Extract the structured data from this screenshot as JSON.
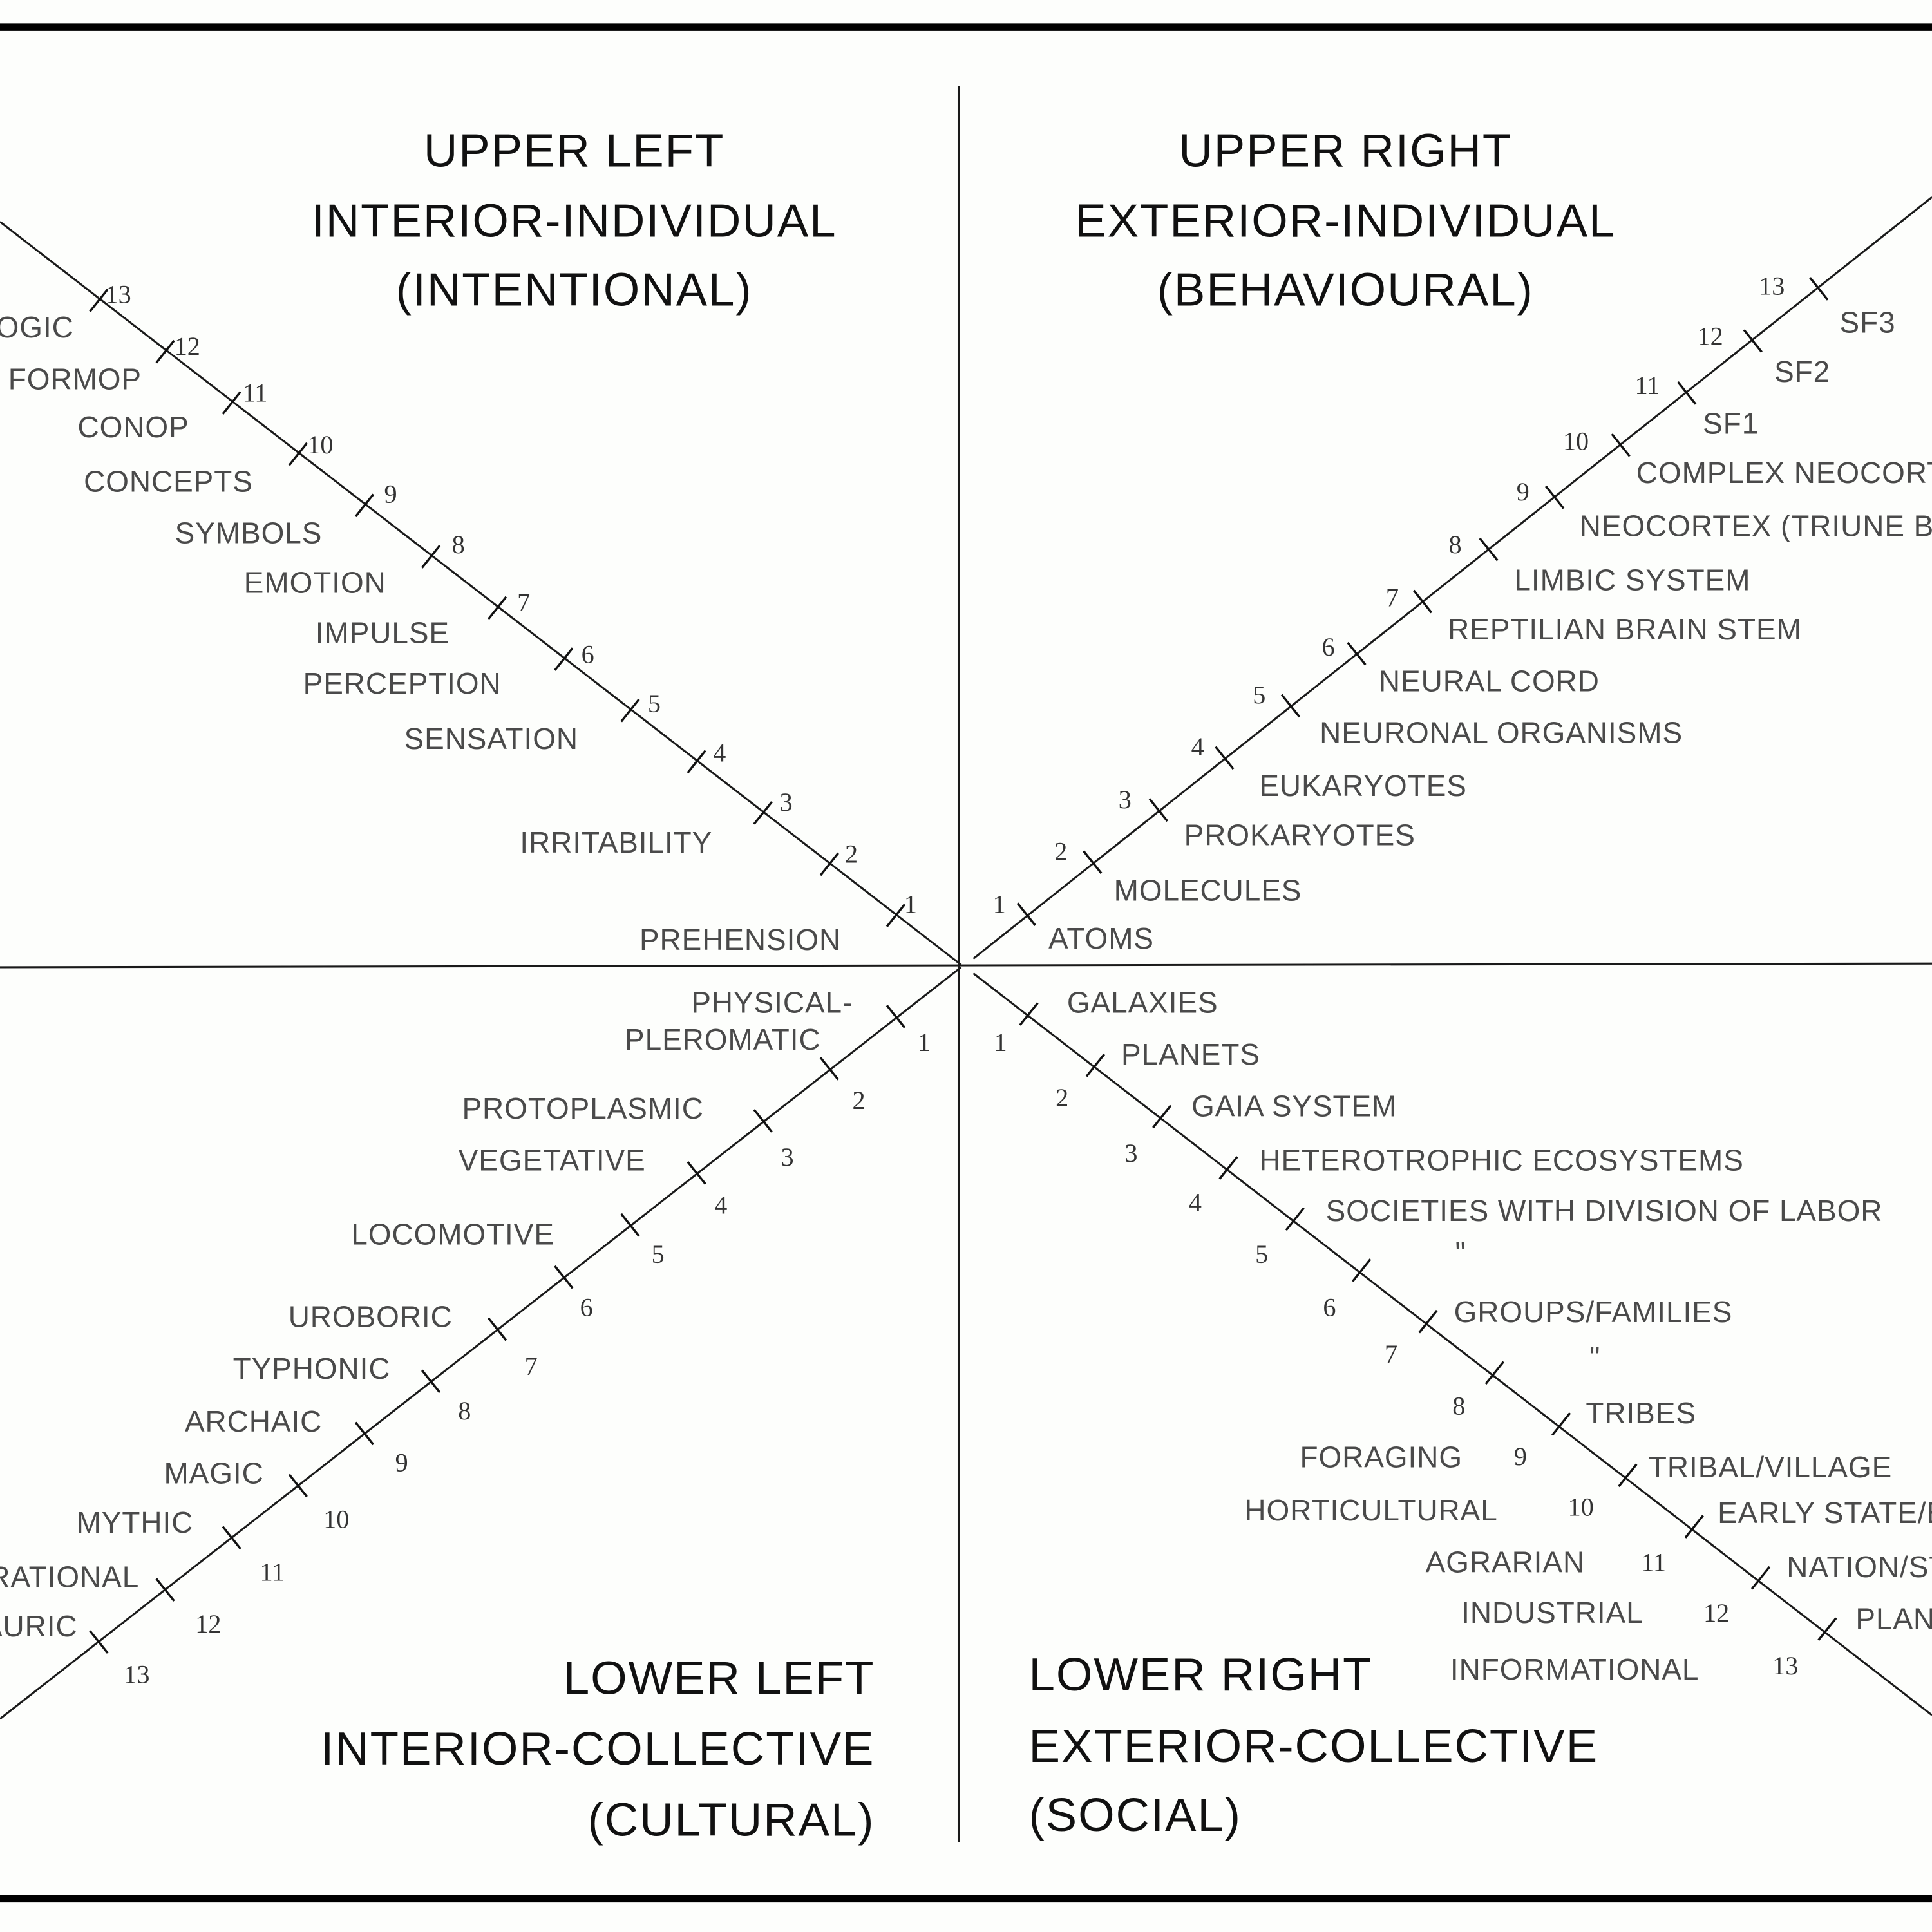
{
  "quadrants": [
    {
      "id": "upper-left",
      "heading": [
        "UPPER LEFT",
        "INTERIOR-INDIVIDUAL",
        "(INTENTIONAL)"
      ],
      "labels": [
        "PREHENSION",
        "IRRITABILITY",
        "SENSATION",
        "PERCEPTION",
        "IMPULSE",
        "EMOTION",
        "SYMBOLS",
        "CONCEPTS",
        "CONOP",
        "FORMOP",
        "LOGIC"
      ],
      "numbers": [
        "1",
        "2",
        "3",
        "4",
        "5",
        "6",
        "7",
        "8",
        "9",
        "10",
        "11",
        "12",
        "13"
      ]
    },
    {
      "id": "upper-right",
      "heading": [
        "UPPER RIGHT",
        "EXTERIOR-INDIVIDUAL",
        "(BEHAVIOURAL)"
      ],
      "labels": [
        "ATOMS",
        "MOLECULES",
        "PROKARYOTES",
        "EUKARYOTES",
        "NEURONAL ORGANISMS",
        "NEURAL CORD",
        "REPTILIAN BRAIN STEM",
        "LIMBIC SYSTEM",
        "NEOCORTEX (TRIUNE BRAIN)",
        "COMPLEX NEOCORTEX",
        "SF1",
        "SF2",
        "SF3"
      ],
      "numbers": [
        "1",
        "2",
        "3",
        "4",
        "5",
        "6",
        "7",
        "8",
        "9",
        "10",
        "11",
        "12",
        "13"
      ]
    },
    {
      "id": "lower-left",
      "heading": [
        "LOWER LEFT",
        "INTERIOR-COLLECTIVE",
        "(CULTURAL)"
      ],
      "labels": [
        "PHYSICAL-",
        "PLEROMATIC",
        "PROTOPLASMIC",
        "VEGETATIVE",
        "LOCOMOTIVE",
        "UROBORIC",
        "TYPHONIC",
        "ARCHAIC",
        "MAGIC",
        "MYTHIC",
        "RATIONAL",
        "CENTAURIC"
      ],
      "numbers": [
        "1",
        "2",
        "3",
        "4",
        "5",
        "6",
        "7",
        "8",
        "9",
        "10",
        "11",
        "12",
        "13"
      ]
    },
    {
      "id": "lower-right",
      "heading": [
        "LOWER RIGHT",
        "EXTERIOR-COLLECTIVE",
        "(SOCIAL)"
      ],
      "labels": [
        "GALAXIES",
        "PLANETS",
        "GAIA SYSTEM",
        "HETEROTROPHIC ECOSYSTEMS",
        "SOCIETIES WITH DIVISION OF LABOR",
        "\"",
        "GROUPS/FAMILIES",
        "\"",
        "TRIBES",
        "TRIBAL/VILLAGE",
        "EARLY STATE/EMPIRE",
        "NATION/STATE",
        "PLANETARY",
        "FORAGING",
        "HORTICULTURAL",
        "AGRARIAN",
        "INDUSTRIAL",
        "INFORMATIONAL"
      ],
      "numbers": [
        "1",
        "2",
        "3",
        "4",
        "5",
        "6",
        "7",
        "8",
        "9",
        "10",
        "11",
        "12",
        "13"
      ]
    }
  ]
}
